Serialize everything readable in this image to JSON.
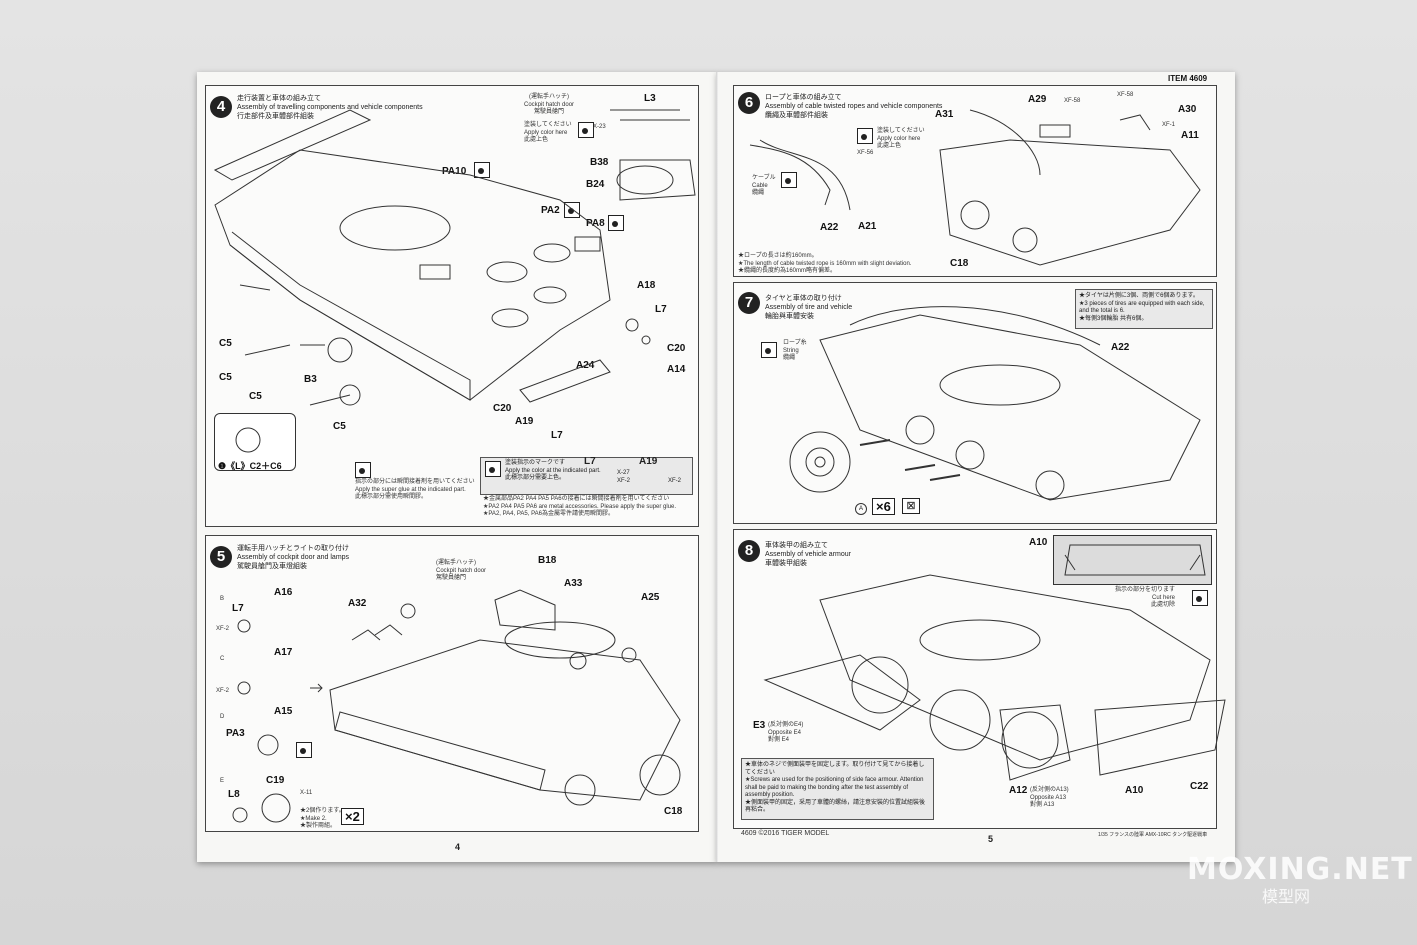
{
  "item": "ITEM 4609",
  "steps": [
    {
      "num": "4",
      "jp": "走行装置と車体の組み立て",
      "en": "Assembly of travelling components and vehicle components",
      "cn": "行走部件及車體部件組裝"
    },
    {
      "num": "5",
      "jp": "運転手用ハッチとライトの取り付け",
      "en": "Assembly of cockpit door and lamps",
      "cn": "駕駛員艙門及車燈組裝"
    },
    {
      "num": "6",
      "jp": "ロープと車体の組み立て",
      "en": "Assembly of cable twisted ropes and vehicle components",
      "cn": "纜繩及車體部件組裝"
    },
    {
      "num": "7",
      "jp": "タイヤと車体の取り付け",
      "en": "Assembly of tire and vehicle",
      "cn": "輪胎與車體安裝"
    },
    {
      "num": "8",
      "jp": "車体装甲の組み立て",
      "en": "Assembly of vehicle armour",
      "cn": "車體裝甲組裝"
    }
  ],
  "step4": {
    "hatch_jp": "(運転手ハッチ)",
    "hatch_en": "Cockpit hatch door",
    "hatch_cn": "駕駛員艙門",
    "paint_jp": "塗装してください",
    "paint_en": "Apply color here",
    "paint_cn": "此處上色",
    "paint_code": "X-23",
    "labels": [
      "L3",
      "B38",
      "B24",
      "PA10",
      "PA2",
      "PA8",
      "A18",
      "L7",
      "C20",
      "A14",
      "A24",
      "C20",
      "A19",
      "L7",
      "C5",
      "C5",
      "B3",
      "C5",
      "C5"
    ],
    "inset": "❶《L》C2＋C6",
    "glue_jp": "指示の部分には瞬間接着剤を用いてください",
    "glue_en": "Apply the super glue at the indicated part.",
    "glue_cn": "此標示部分需使用瞬間膠。",
    "mark_jp": "塗装指示のマークです",
    "mark_en": "Apply the color at the indicated part.",
    "mark_cn": "此標示部分需要上色。",
    "mark_l7": "L7",
    "mark_a19": "A19",
    "code1": "X-27",
    "code2": "XF-2",
    "code3": "XF-2",
    "metal_jp": "★金属部品PA2 PA4 PA5 PA6の接着には瞬間接着剤を用いてください",
    "metal_en": "★PA2 PA4 PA5 PA6 are metal accessories. Please apply the super glue.",
    "metal_cn": "★PA2, PA4, PA5, PA6為金屬零件請使用瞬間膠。"
  },
  "step5": {
    "hatch_jp": "(運転手ハッチ)",
    "hatch_en": "Cockpit hatch door",
    "hatch_cn": "駕駛員艙門",
    "labels": [
      "B18",
      "A33",
      "A32",
      "A25",
      "A16",
      "A17",
      "A15",
      "L7",
      "PA3",
      "C19",
      "L8",
      "C18"
    ],
    "side": [
      "B",
      "C",
      "D",
      "E"
    ],
    "codes": [
      "XF-2",
      "XF-2",
      "X-11"
    ],
    "make2_jp": "★2個作ります。",
    "make2_en": "★Make 2.",
    "make2_cn": "★製作兩組。",
    "x2": "×2"
  },
  "step6": {
    "labels": [
      "A29",
      "A30",
      "A11",
      "A31",
      "A22",
      "A21",
      "C18"
    ],
    "codes": [
      "XF-58",
      "XF-58",
      "XF-1",
      "XF-56"
    ],
    "paint_jp": "塗装してください",
    "paint_en": "Apply color here",
    "paint_cn": "此處上色",
    "cable_jp": "ケーブル",
    "cable_en": "Cable",
    "cable_cn": "纜繩",
    "note_jp": "★ロープの長さは約160mm。",
    "note_en": "★The length of cable twisted rope is 160mm with slight deviation.",
    "note_cn": "★纜繩的長度約為160mm略有偏差。"
  },
  "step7": {
    "string_jp": "ロープ糸",
    "string_en": "String",
    "string_cn": "纜繩",
    "label": "A22",
    "note_jp": "★タイヤは片側に3個、両側で6個あります。",
    "note_en": "★3 pieces of tires are equipped with each side, and the total is 6.",
    "note_cn": "★每側3個輪胎 共有6個。",
    "x6": "×6",
    "a": "A"
  },
  "step8": {
    "labels": [
      "A10",
      "A10",
      "C22"
    ],
    "e3": "E3",
    "e3_jp": "(反対側のE4)",
    "e3_en": "Opposite E4",
    "e3_cn": "對側 E4",
    "a12": "A12",
    "a12_jp": "(反対側のA13)",
    "a12_en": "Opposite A13",
    "a12_cn": "對側 A13",
    "cut_jp": "指示の部分を切ります",
    "cut_en": "Cut here",
    "cut_cn": "此處切除",
    "note_jp": "★車体のネジで側面装甲を固定します。取り付けて見てから接着してください",
    "note_en": "★Screws are used for the positioning of side face armour. Attention shall be paid to making the bonding after the test assembly of assembly position.",
    "note_cn": "★側面裝甲的固定，采用了車體的螺絲，請注意安裝的位置試組裝後再粘合。"
  },
  "footer": {
    "left": "4609 ©2016 TIGER MODEL",
    "right": "1/35 フランスの陸軍 AMX-10RC タンク駆逐戦車",
    "page_left": "4",
    "page_right": "5"
  },
  "watermark": {
    "main": "MOXING.NET",
    "sub": "模型网"
  }
}
